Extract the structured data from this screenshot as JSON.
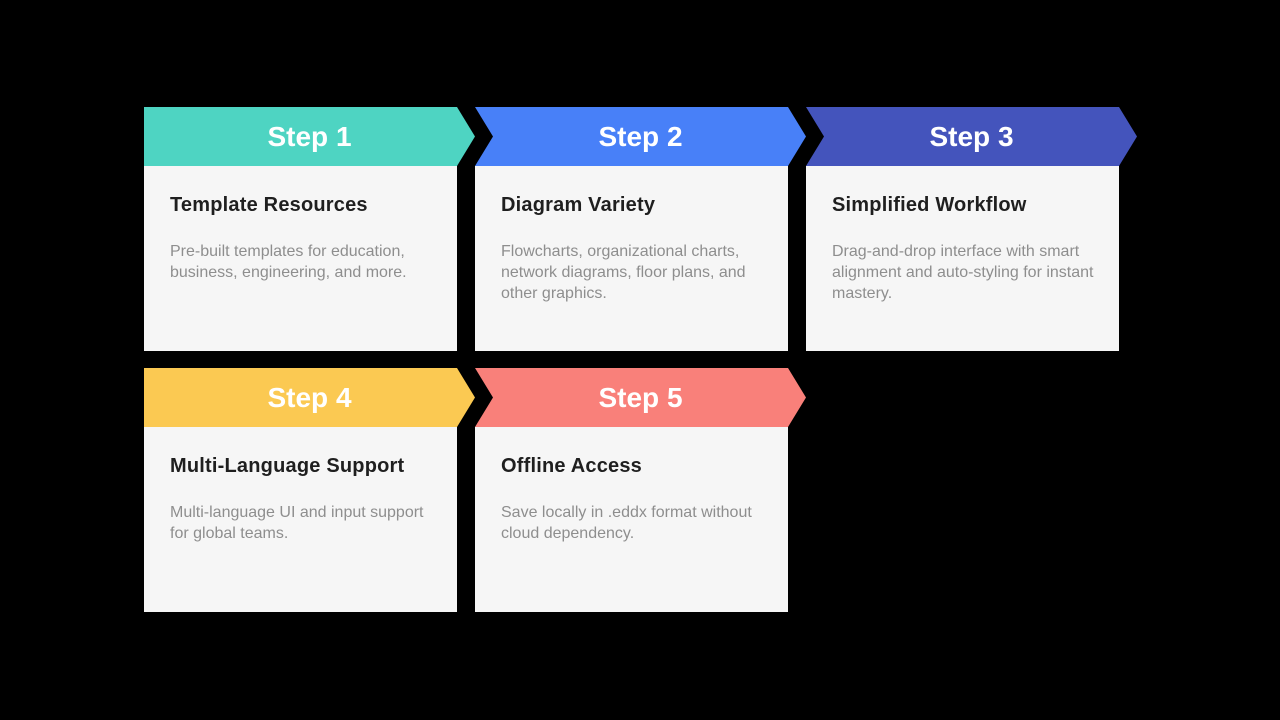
{
  "page": {
    "background_color": "#000000",
    "card_background_color": "#F6F6F6",
    "title_text_color": "#1F1F1F",
    "description_text_color": "#8E8E8E",
    "banner_text_color": "#FFFFFF"
  },
  "steps": [
    {
      "label": "Step 1",
      "color": "#4ED4C2",
      "title": "Template Resources",
      "description": "Pre-built templates for education, business, engineering, and more."
    },
    {
      "label": "Step 2",
      "color": "#4880F8",
      "title": "Diagram Variety",
      "description": "Flowcharts, organizational charts, network diagrams, floor plans, and other graphics."
    },
    {
      "label": "Step 3",
      "color": "#4454BC",
      "title": "Simplified Workflow",
      "description": "Drag-and-drop interface with smart alignment and auto-styling for instant mastery."
    },
    {
      "label": "Step 4",
      "color": "#FBC952",
      "title": "Multi-Language Support",
      "description": "Multi-language UI and input support for global teams."
    },
    {
      "label": "Step 5",
      "color": "#F9807A",
      "title": "Offline Access",
      "description": "Save locally in .eddx format without cloud dependency."
    }
  ]
}
